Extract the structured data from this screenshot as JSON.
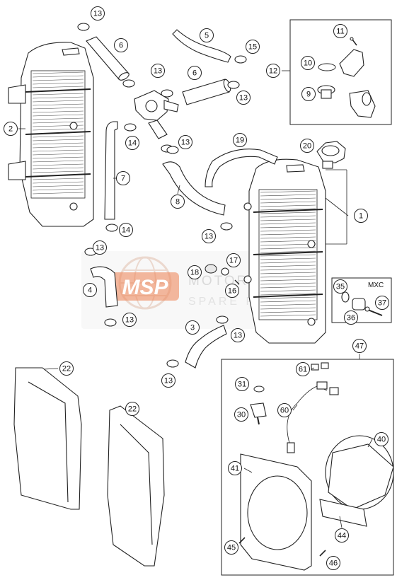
{
  "watermark": {
    "logo": "MSP",
    "line1": "MOTORCYCLE",
    "line2": "SPARE PARTS"
  },
  "group_label": "MXC",
  "callouts": [
    {
      "id": "c1",
      "label": "1"
    },
    {
      "id": "c2",
      "label": "2"
    },
    {
      "id": "c3",
      "label": "3"
    },
    {
      "id": "c4",
      "label": "4"
    },
    {
      "id": "c5",
      "label": "5"
    },
    {
      "id": "c6a",
      "label": "6"
    },
    {
      "id": "c6b",
      "label": "6"
    },
    {
      "id": "c7",
      "label": "7"
    },
    {
      "id": "c8",
      "label": "8"
    },
    {
      "id": "c9",
      "label": "9"
    },
    {
      "id": "c10",
      "label": "10"
    },
    {
      "id": "c11",
      "label": "11"
    },
    {
      "id": "c12",
      "label": "12"
    },
    {
      "id": "c13a",
      "label": "13"
    },
    {
      "id": "c13b",
      "label": "13"
    },
    {
      "id": "c13c",
      "label": "13"
    },
    {
      "id": "c13d",
      "label": "13"
    },
    {
      "id": "c13e",
      "label": "13"
    },
    {
      "id": "c13f",
      "label": "13"
    },
    {
      "id": "c13g",
      "label": "13"
    },
    {
      "id": "c13h",
      "label": "13"
    },
    {
      "id": "c13i",
      "label": "13"
    },
    {
      "id": "c14a",
      "label": "14"
    },
    {
      "id": "c14b",
      "label": "14"
    },
    {
      "id": "c15",
      "label": "15"
    },
    {
      "id": "c16",
      "label": "16"
    },
    {
      "id": "c17",
      "label": "17"
    },
    {
      "id": "c18",
      "label": "18"
    },
    {
      "id": "c19",
      "label": "19"
    },
    {
      "id": "c20",
      "label": "20"
    },
    {
      "id": "c22a",
      "label": "22"
    },
    {
      "id": "c22b",
      "label": "22"
    },
    {
      "id": "c30",
      "label": "30"
    },
    {
      "id": "c31",
      "label": "31"
    },
    {
      "id": "c35",
      "label": "35"
    },
    {
      "id": "c36",
      "label": "36"
    },
    {
      "id": "c37",
      "label": "37"
    },
    {
      "id": "c40",
      "label": "40"
    },
    {
      "id": "c41",
      "label": "41"
    },
    {
      "id": "c44",
      "label": "44"
    },
    {
      "id": "c45",
      "label": "45"
    },
    {
      "id": "c46",
      "label": "46"
    },
    {
      "id": "c47",
      "label": "47"
    },
    {
      "id": "c60",
      "label": "60"
    },
    {
      "id": "c61",
      "label": "61"
    }
  ]
}
